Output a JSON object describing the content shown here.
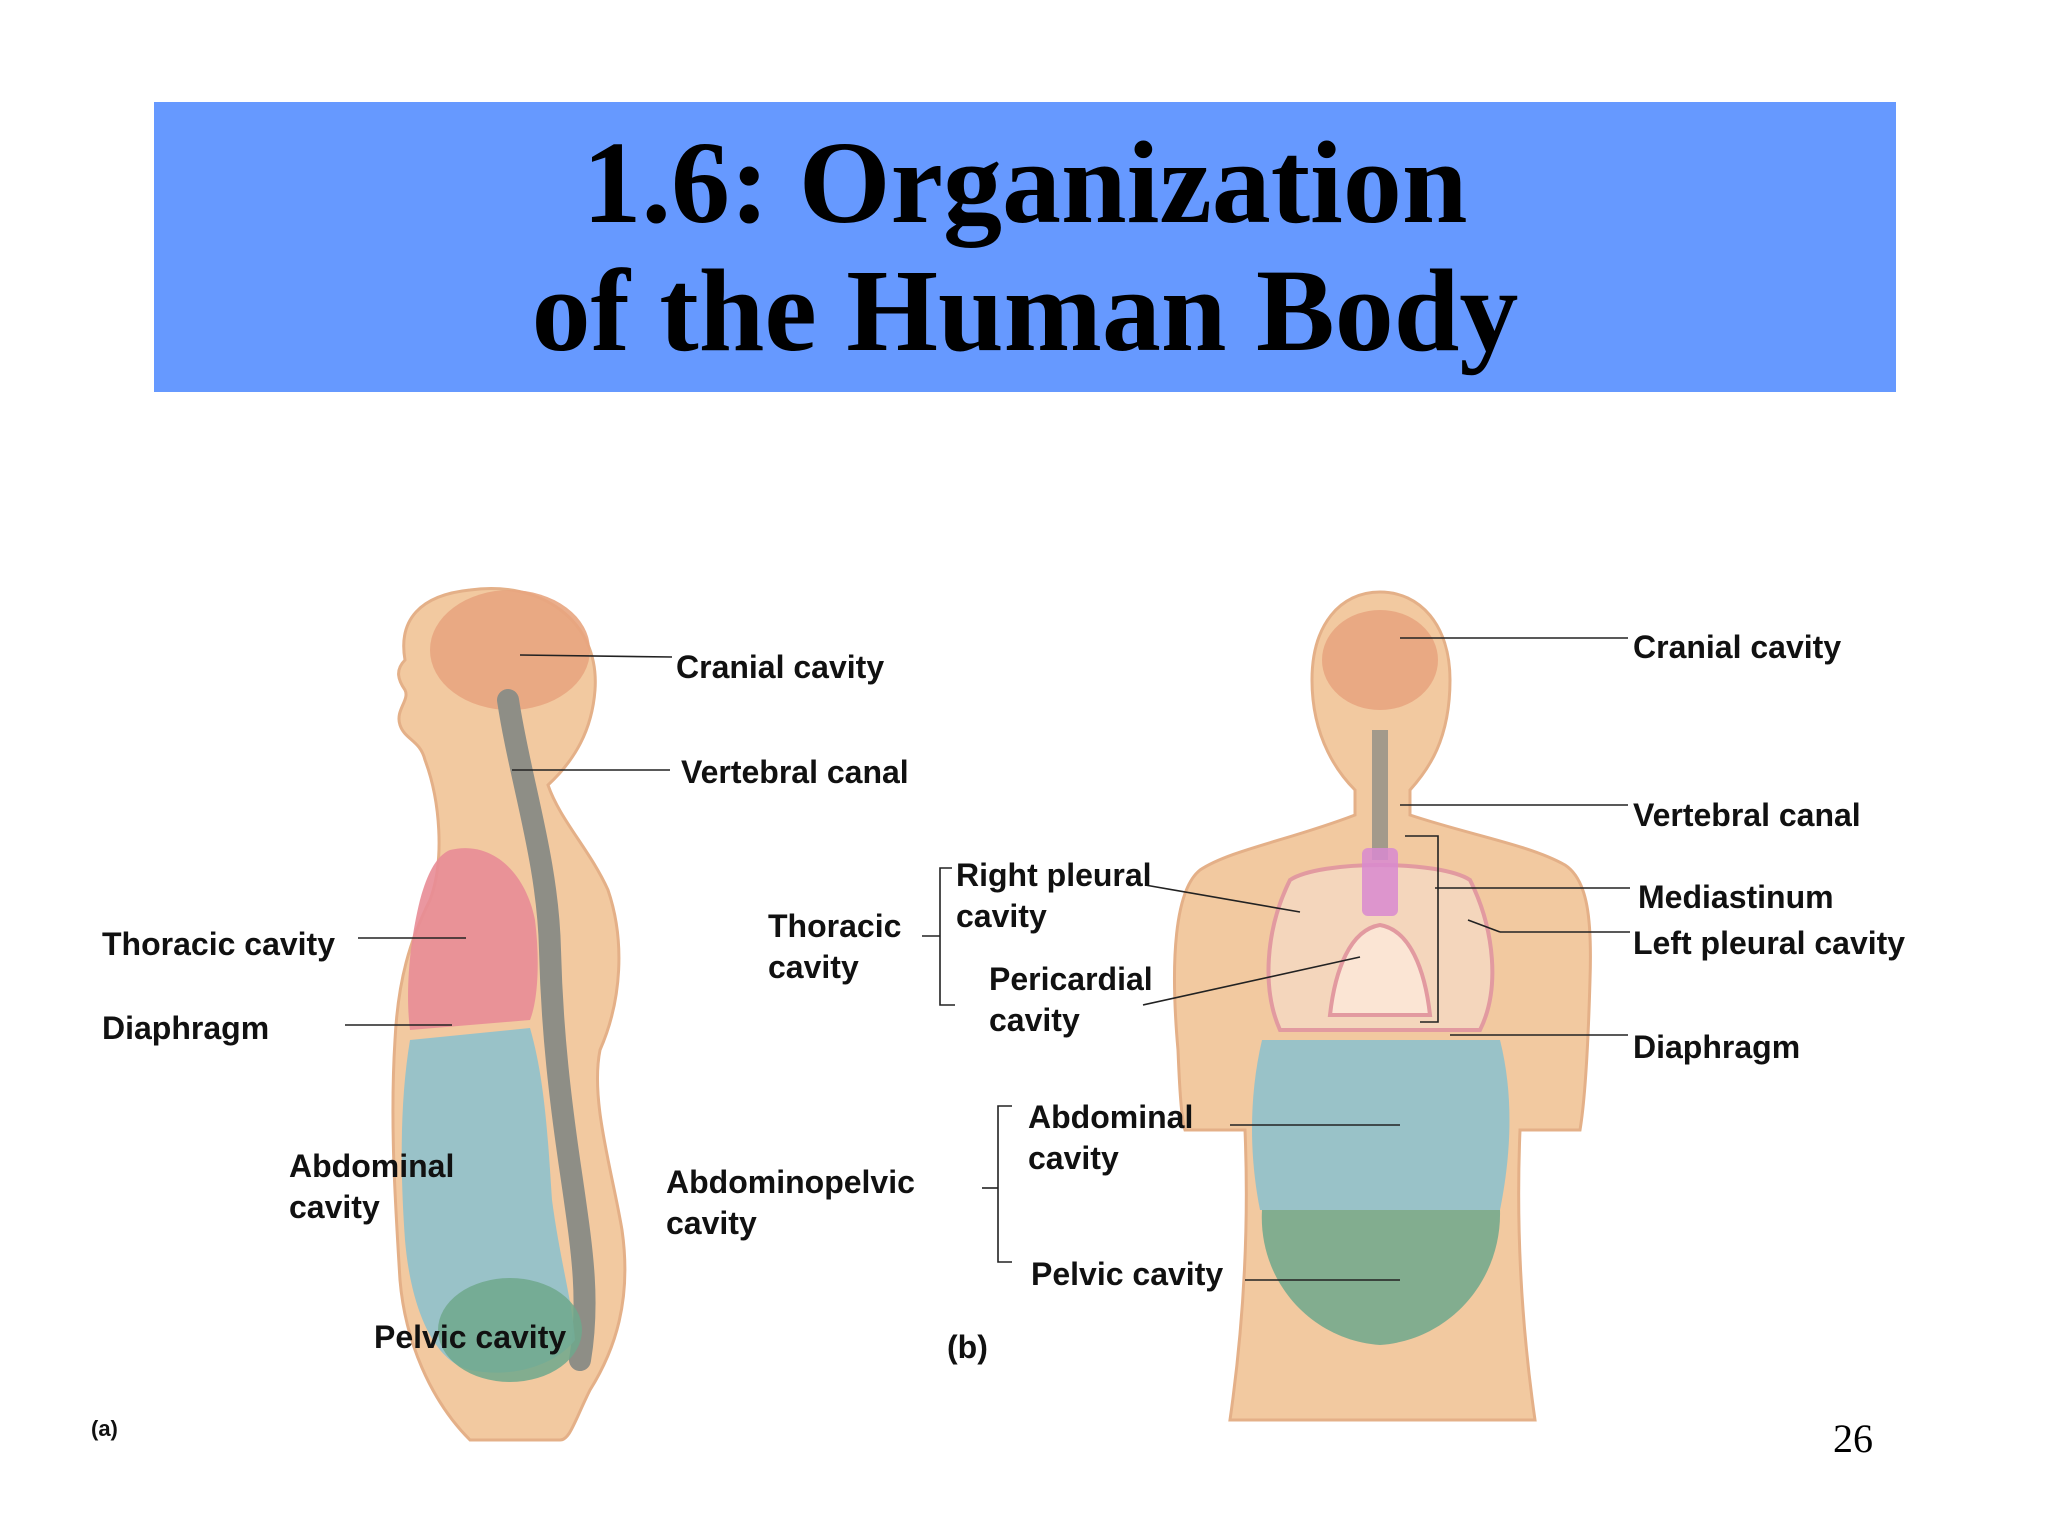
{
  "title": {
    "line1": "1.6: Organization",
    "line2": "of the Human Body"
  },
  "panel_a": {
    "label": "(a)",
    "cranial_cavity": "Cranial cavity",
    "vertebral_canal": "Vertebral canal",
    "thoracic_cavity": "Thoracic cavity",
    "diaphragm": "Diaphragm",
    "abdominal_cavity_line1": "Abdominal",
    "abdominal_cavity_line2": "cavity",
    "pelvic_cavity": "Pelvic cavity"
  },
  "panel_b": {
    "label": "(b)",
    "cranial_cavity": "Cranial cavity",
    "vertebral_canal": "Vertebral canal",
    "mediastinum": "Mediastinum",
    "left_pleural_cavity": "Left pleural cavity",
    "diaphragm": "Diaphragm",
    "right_pleural_line1": "Right pleural",
    "right_pleural_line2": "cavity",
    "thoracic_line1": "Thoracic",
    "thoracic_line2": "cavity",
    "pericardial_line1": "Pericardial",
    "pericardial_line2": "cavity",
    "abdominal_line1": "Abdominal",
    "abdominal_line2": "cavity",
    "abdominopelvic_line1": "Abdominopelvic",
    "abdominopelvic_line2": "cavity",
    "pelvic_cavity": "Pelvic cavity"
  },
  "page_number": "26",
  "colors": {
    "banner": "#6699ff",
    "skin": "#f2c9a0",
    "cranial": "#e8a57f",
    "thoracic": "#e88c96",
    "abdominal": "#8fc1cc",
    "pelvic": "#6ea88c",
    "mediastinum": "#d88ad0"
  }
}
